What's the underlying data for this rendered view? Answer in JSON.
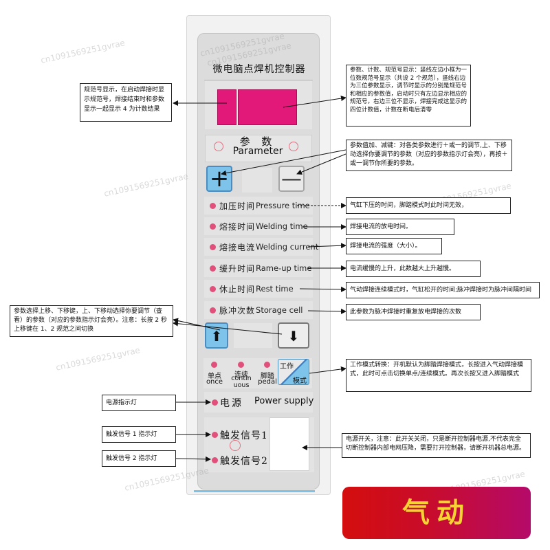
{
  "panel": {
    "title": "微电脑点焊机控制器",
    "parameter_cn": "参 数",
    "parameter_en": "Parameter",
    "plus_symbol": "+",
    "minus_symbol": "—",
    "rows": [
      {
        "cn": "加压时间",
        "en": "Pressure time"
      },
      {
        "cn": "熔接时间",
        "en": "Welding time"
      },
      {
        "cn": "熔接电流",
        "en": "Welding current"
      },
      {
        "cn": "缓升时间",
        "en": "Rame-up time"
      },
      {
        "cn": "休止时间",
        "en": "Rest  time"
      },
      {
        "cn": "脉冲次数",
        "en": "Storage cell"
      }
    ],
    "up_symbol": "⬆",
    "down_symbol": "⬇",
    "modes": [
      {
        "cn": "单点",
        "en": "once"
      },
      {
        "cn": "连续",
        "en": "contin uous"
      },
      {
        "cn": "脚踏",
        "en": "pedal"
      }
    ],
    "mode_button_top": "工作",
    "mode_button_bottom": "模式",
    "power_cn": "电源",
    "power_en": "Power supply",
    "trigger1": "触发信号1",
    "trigger2": "触发信号2"
  },
  "callouts": {
    "spec_display": "规范号显示，在启动焊接时显示规范号，焊接结束时和参数显示一起显示 4 为计数结果",
    "param_display": "参数、计数、规范号显示：竖线左边小框为一位数规范号显示（共设 2 个规范），竖线右边为三位参数显示，调节时显示的分别是规范号和相应的参数值，启动时只有左边显示相应的规范号，右边三位不显示，焊接完成这显示的四位计数值，计数在断电后清零",
    "plus_minus": "参数值加、减键：对各类参数进行＋或一的调节,上、下移动选择你要调节的参数（对应的参数指示灯会亮），再按＋或一调节你所要的参数。",
    "pressure": "气缸下压的时间，脚踏模式时此时间无效，",
    "welding_time": "焊接电流的放电时间。",
    "welding_current": "焊接电流的强度（大小）。",
    "ramp": "电流缓慢的上升，此数越大上升越慢。",
    "rest": "气动焊接连续模式时，气缸松开的时间;脉冲焊接时为脉冲间隔时间",
    "pulse": "此参数为脉冲焊接时重复放电焊接的次数",
    "updown": "参数选择上移、下移键，上、下移动选择你要调节（查看）的参数（对应的参数指示灯会亮）。注意：长按 2 秒上移键在 1、2 规范之间切换",
    "mode": "工作模式转换：开机默认为脚踏焊接模式，长按进入气动焊接模式，此时可点击切换单点/连续模式。再次长按又进入脚踏模式",
    "power_led": "电源指示灯",
    "trigger1_led": "触发信号 1 指示灯",
    "trigger2_led": "触发信号 2 指示灯",
    "power_switch": "电源开关，注意：此开关关闭，只是断开控制器电源,不代表完全切断控制器内部电网压降，需要打开控制器，请断开机器总电源。"
  },
  "badge": {
    "text": "气动"
  },
  "watermark": {
    "text": "cn1091569251gvrae"
  },
  "colors": {
    "display": "#e3197a",
    "led": "#e0507a",
    "key_blue": "#7ec3ea",
    "badge_red": "#d40e0e",
    "badge_text": "#f6d232"
  }
}
